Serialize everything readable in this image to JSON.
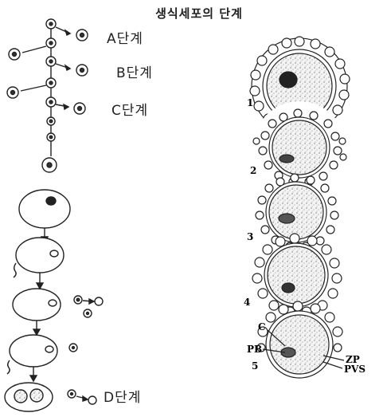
{
  "title": "생식세포의 단계",
  "stage_labels": {
    "a": "A단계",
    "b": "B단계",
    "c": "C단계",
    "d": "D단계"
  },
  "panel_numbers": [
    "1",
    "2",
    "3",
    "4",
    "5"
  ],
  "structure_labels": {
    "c": "C",
    "pb": "PB",
    "zp": "ZP",
    "pvs": "PVS"
  }
}
